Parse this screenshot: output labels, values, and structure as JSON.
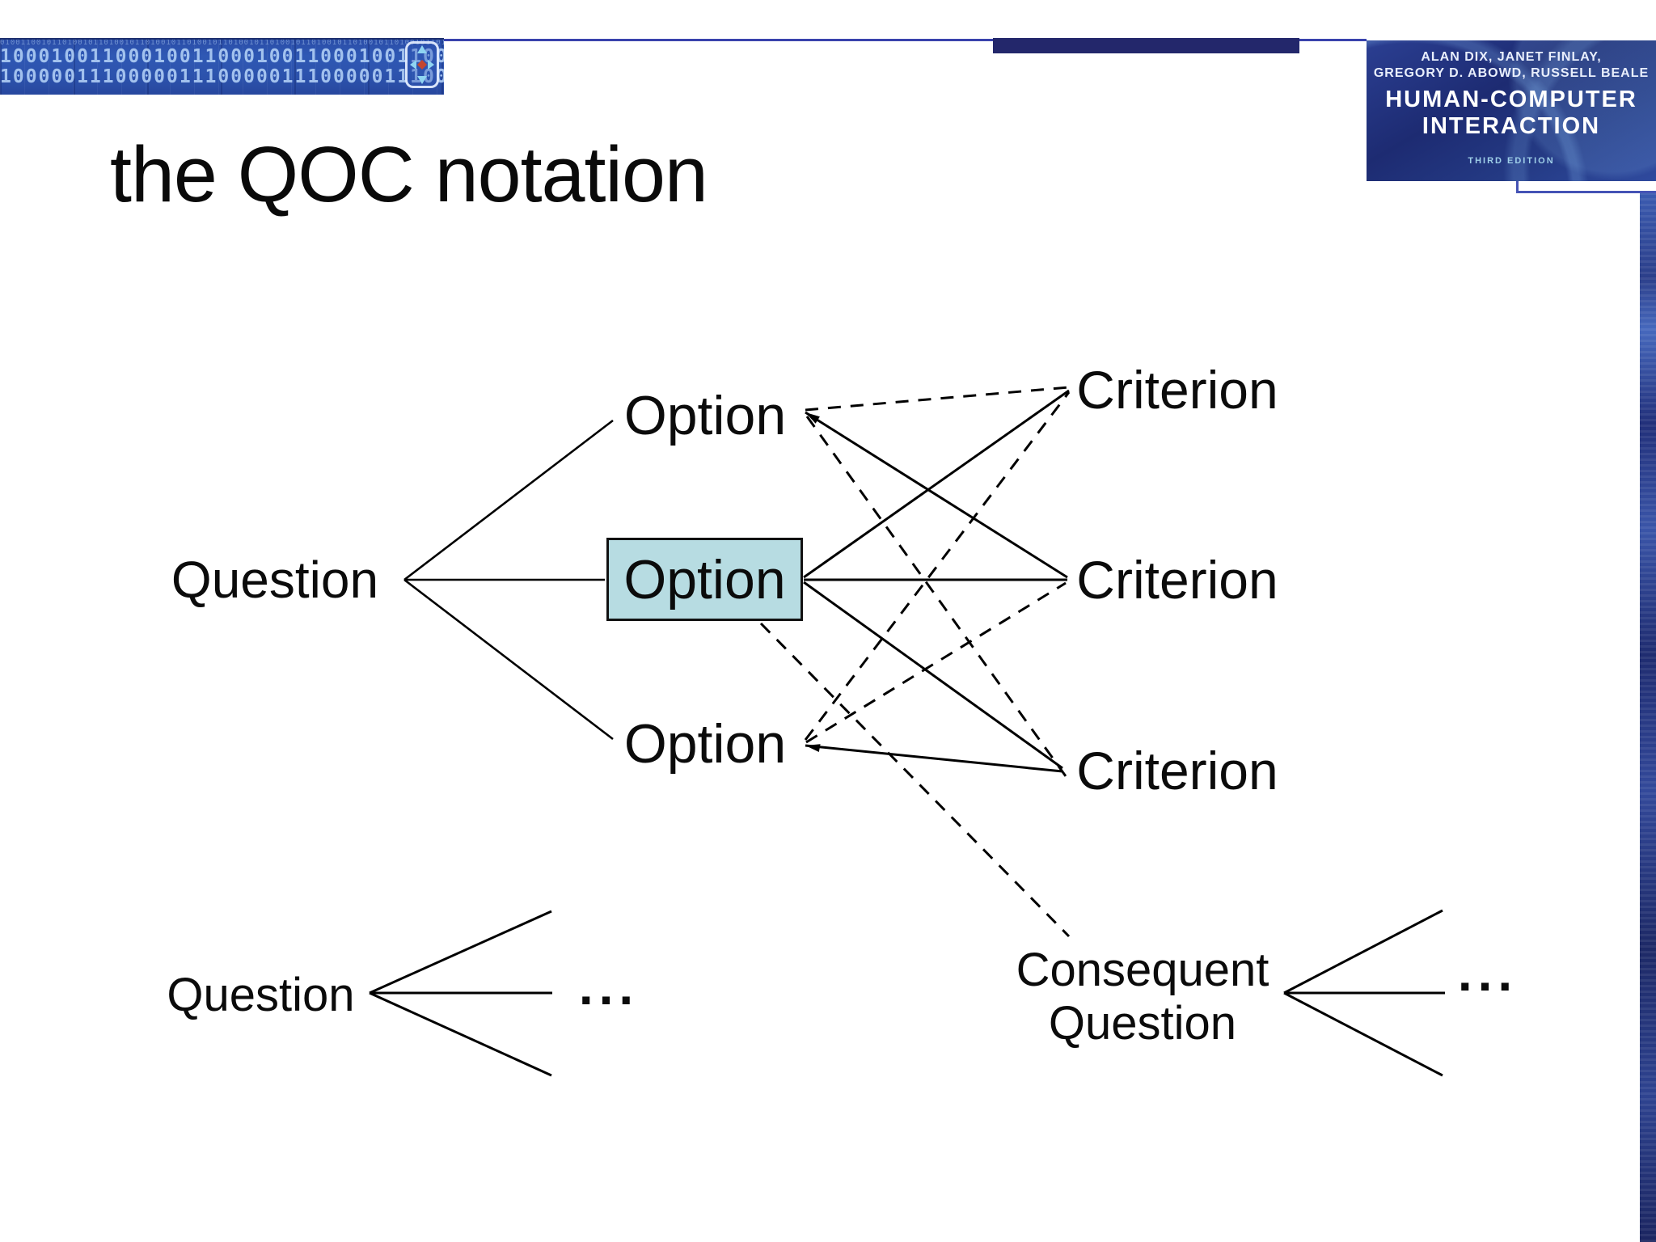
{
  "title": "the QOC notation",
  "banner": {
    "binary_row_small": "0100110010110100101101001011010010110100101101001011010010110100101101001011010010110100",
    "binary_row1": "1000100110001001100010011000100110001001100010011000100110001001",
    "binary_row2": "1000001110000011100000111000001110000011100000111000001110000011"
  },
  "book_cover": {
    "authors_line1": "ALAN DIX, JANET FINLAY,",
    "authors_line2": "GREGORY D. ABOWD, RUSSELL BEALE",
    "title_line1": "HUMAN-COMPUTER",
    "title_line2": "INTERACTION",
    "edition": "THIRD EDITION"
  },
  "diagram": {
    "question": "Question",
    "options": [
      "Option",
      "Option",
      "Option"
    ],
    "criteria": [
      "Criterion",
      "Criterion",
      "Criterion"
    ],
    "bottom_question": "Question",
    "consequent_line1": "Consequent",
    "consequent_line2": "Question",
    "ellipsis_left": "...",
    "ellipsis_right": "...",
    "links": [
      {
        "from": "option-1",
        "to": "criterion-1",
        "style": "dashed"
      },
      {
        "from": "option-1",
        "to": "criterion-2",
        "style": "solid"
      },
      {
        "from": "option-1",
        "to": "criterion-3",
        "style": "dashed"
      },
      {
        "from": "option-2",
        "to": "criterion-1",
        "style": "solid"
      },
      {
        "from": "option-2",
        "to": "criterion-2",
        "style": "solid"
      },
      {
        "from": "option-2",
        "to": "criterion-3",
        "style": "solid"
      },
      {
        "from": "option-3",
        "to": "criterion-1",
        "style": "dashed"
      },
      {
        "from": "option-3",
        "to": "criterion-2",
        "style": "dashed"
      },
      {
        "from": "option-3",
        "to": "criterion-3",
        "style": "solid"
      },
      {
        "from": "option-2",
        "to": "consequent-question",
        "style": "dashed"
      }
    ]
  },
  "colors": {
    "banner_blue": "#2f58b4",
    "navy_bar": "#23276b",
    "rule_blue": "#3a43ad",
    "cover_navy": "#1f2d78",
    "option_box_fill": "#b7dce2",
    "line_black": "#000000"
  }
}
